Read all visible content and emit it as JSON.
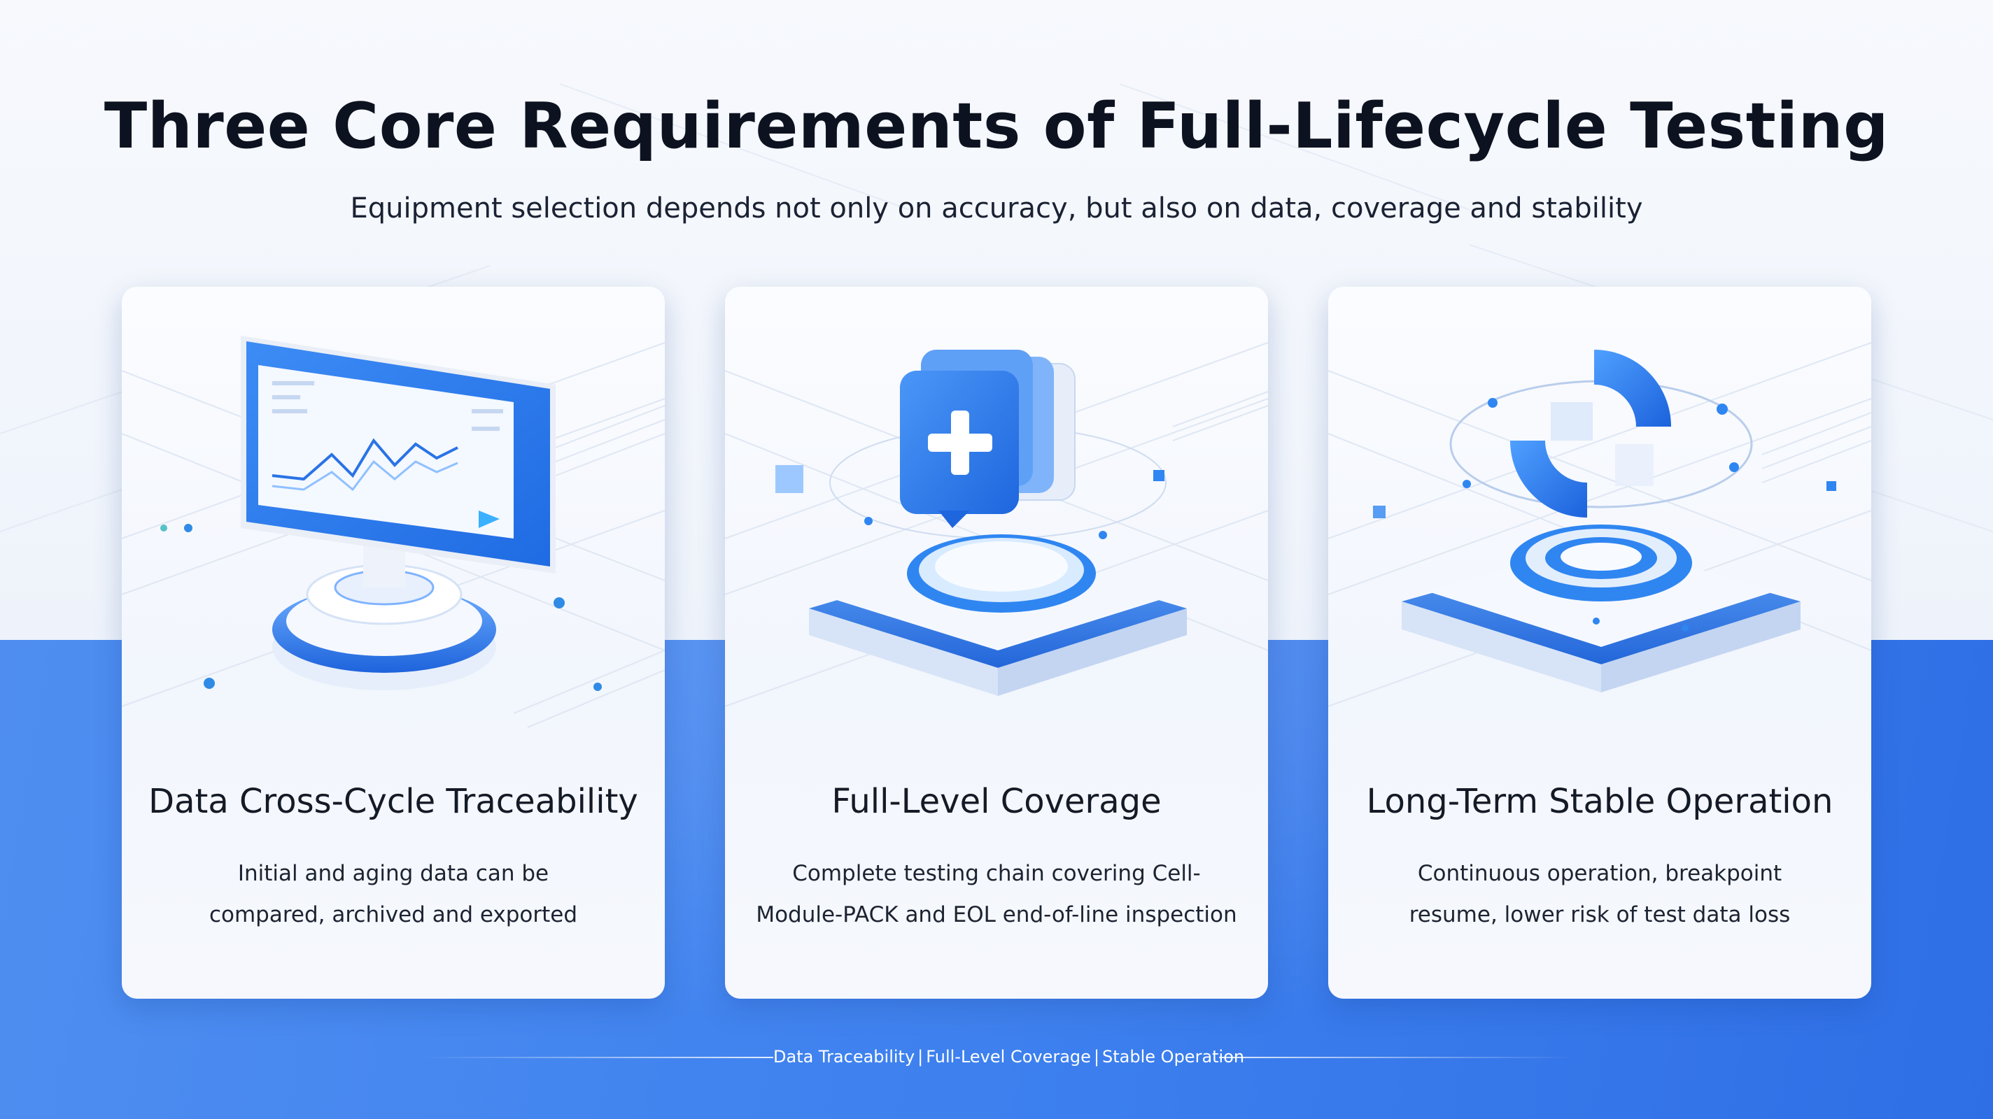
{
  "header": {
    "title": "Three Core Requirements of Full-Lifecycle Testing",
    "subtitle": "Equipment selection depends not only on accuracy, but also on data, coverage and stability"
  },
  "cards": [
    {
      "title": "Data Cross-Cycle Traceability",
      "desc_line1": "Initial and aging data can be",
      "desc_line2": "compared, archived and exported",
      "icon": "monitor-dashboard-icon"
    },
    {
      "title": "Full-Level Coverage",
      "desc_line1": "Complete testing chain covering Cell-",
      "desc_line2": "Module-PACK and EOL end-of-line inspection",
      "icon": "stacked-plus-layers-icon"
    },
    {
      "title": "Long-Term Stable Operation",
      "desc_line1": "Continuous operation, breakpoint",
      "desc_line2": "resume, lower risk of test data loss",
      "icon": "cycle-arrows-platform-icon"
    }
  ],
  "footer": {
    "item1": "Data Traceability",
    "item2": "Full-Level Coverage",
    "item3": "Stable Operation",
    "separator": "|"
  },
  "colors": {
    "accent_blue": "#2f7cf0",
    "accent_light": "#62a8ff",
    "band_blue": "#3f82ef",
    "title_text": "#0d1220",
    "card_bg": "#f6f9fe"
  }
}
